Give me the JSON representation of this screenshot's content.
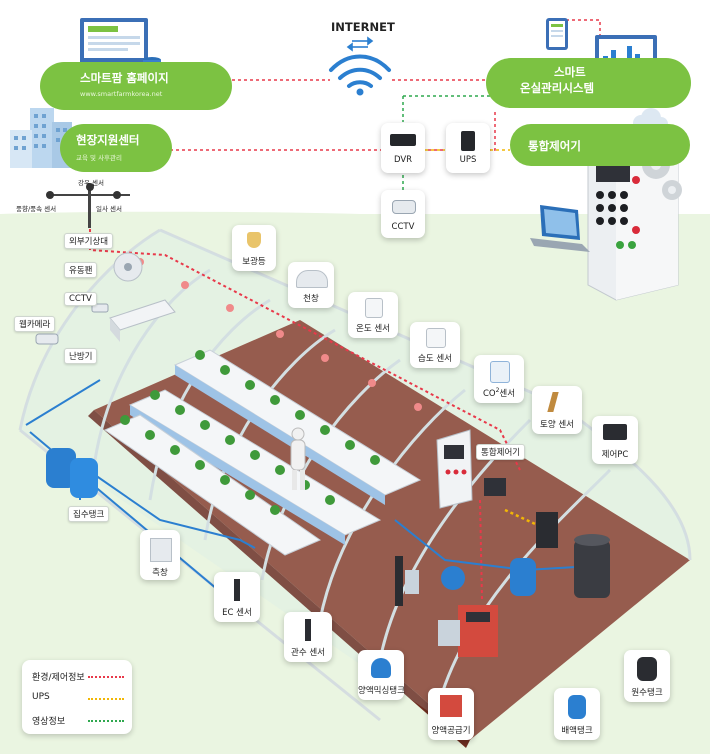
{
  "internet": {
    "title": "INTERNET"
  },
  "homepage": {
    "title": "스마트팜 홈페이지",
    "url": "www.smartfarmkorea.net"
  },
  "support_center": {
    "title": "현장지원센터",
    "subtitle": "교육 및 사후관리"
  },
  "greenhouse_system": {
    "title_line1": "스마트",
    "title_line2": "온실관리시스템"
  },
  "integrated_control_top": {
    "title": "통합제어기"
  },
  "devices_top": {
    "dvr": "DVR",
    "ups": "UPS",
    "cctv": "CCTV"
  },
  "weather_station": {
    "rain_sensor": "강우 센서",
    "wind_sensor": "풍향/풍속 센서",
    "solar_sensor": "일사 센서"
  },
  "left_labels": {
    "outdoor_weather": "외부기상대",
    "fan": "유동팬",
    "cctv": "CCTV",
    "webcam": "웹카메라",
    "heater": "난방기",
    "water_tank": "집수탱크"
  },
  "cards": {
    "lamp": "보광등",
    "ceiling_window": "천창",
    "temp_sensor": "온도 센서",
    "humidity_sensor": "습도 센서",
    "co2_sensor_base": "CO",
    "co2_sensor_sup": "2",
    "co2_sensor_rest": "센서",
    "soil_sensor": "토양 센서",
    "control_pc": "제어PC",
    "integrated_control": "통합제어기",
    "side_window": "측창",
    "ec_sensor": "EC 센서",
    "irrigation_sensor": "관수 센서",
    "nutrient_mix_tank": "양액믹싱탱크",
    "nutrient_supplier": "양액공급기",
    "drain_tank": "배액탱크",
    "raw_water_tank": "원수탱크"
  },
  "legend": {
    "items": [
      {
        "label": "환경/제어정보",
        "color": "#e8394a"
      },
      {
        "label": "UPS",
        "color": "#f2b705"
      },
      {
        "label": "영상정보",
        "color": "#2fa84f"
      }
    ]
  },
  "colors": {
    "accent_green": "#7cc242",
    "floor": "#8a3d2b",
    "pipe": "#2b7fd0"
  }
}
